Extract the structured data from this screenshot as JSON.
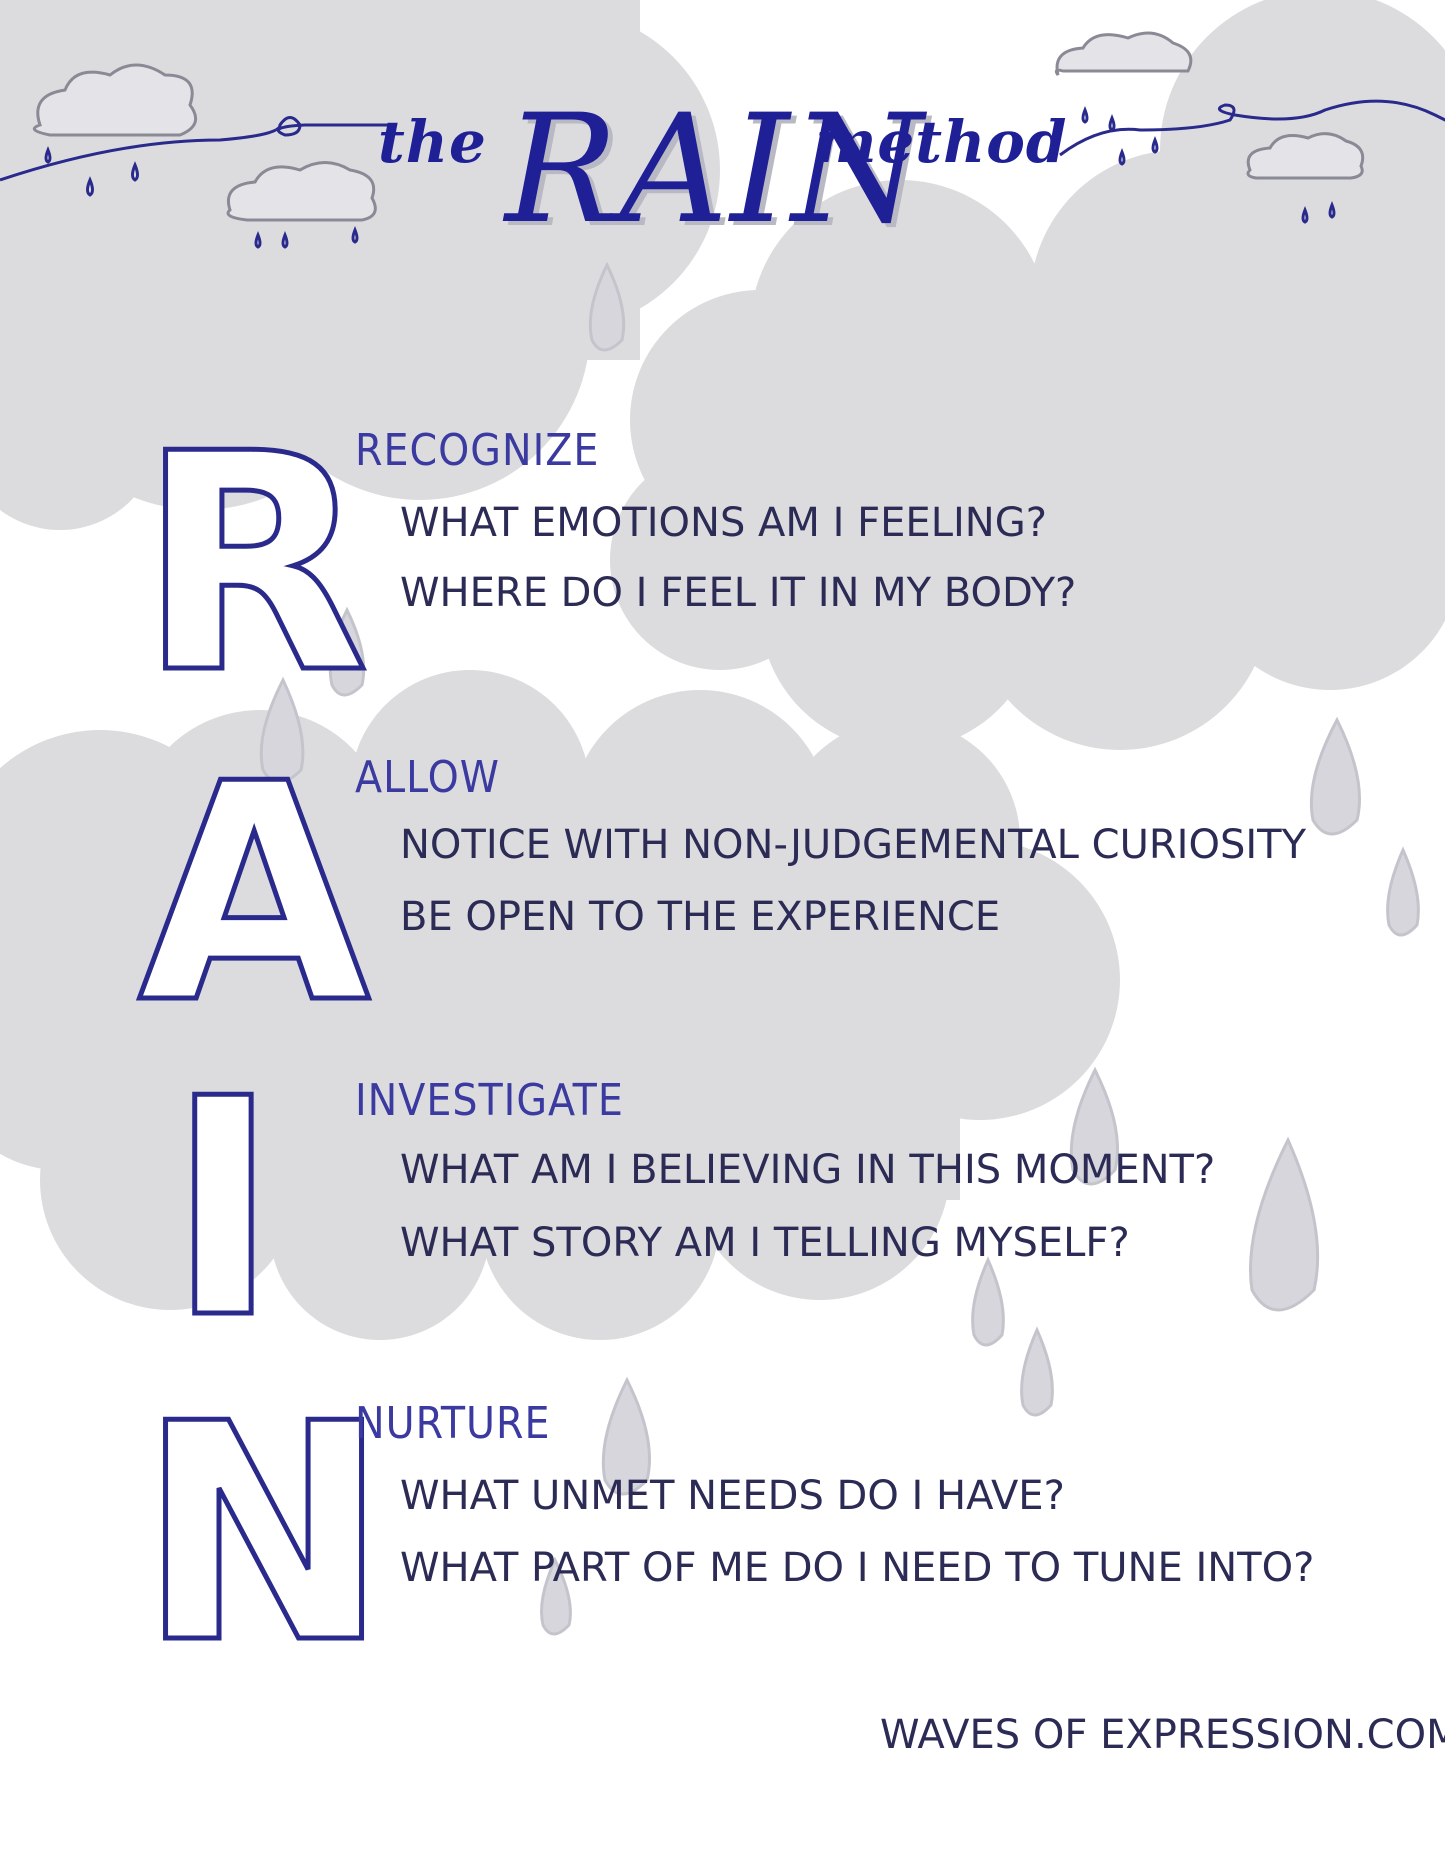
{
  "title": {
    "prefix": "the",
    "main": "RAIN",
    "suffix": "method"
  },
  "letters": [
    "R",
    "A",
    "I",
    "N"
  ],
  "sections": [
    {
      "heading": "RECOGNIZE",
      "lines": [
        "WHAT EMOTIONS AM I FEELING?",
        "WHERE DO I FEEL IT IN MY BODY?"
      ]
    },
    {
      "heading": "ALLOW",
      "lines": [
        "NOTICE WITH NON-JUDGEMENTAL  CURIOSITY",
        "BE OPEN  TO THE EXPERIENCE"
      ]
    },
    {
      "heading": "INVESTIGATE",
      "lines": [
        "WHAT AM I BELIEVING IN THIS MOMENT?",
        "WHAT STORY AM I TELLING MYSELF?"
      ]
    },
    {
      "heading": "NURTURE",
      "lines": [
        "WHAT UNMET NEEDS DO I HAVE?",
        "WHAT PART OF ME DO I NEED TO TUNE INTO?"
      ]
    }
  ],
  "footer": "WAVES OF EXPRESSION.COM",
  "colors": {
    "accent": "#1f1f96",
    "text": "#2b2b55",
    "cloud": "#dcdcdf",
    "drop": "#d6d6dc"
  },
  "icons": [
    "cloud-icon",
    "raindrop-icon"
  ]
}
